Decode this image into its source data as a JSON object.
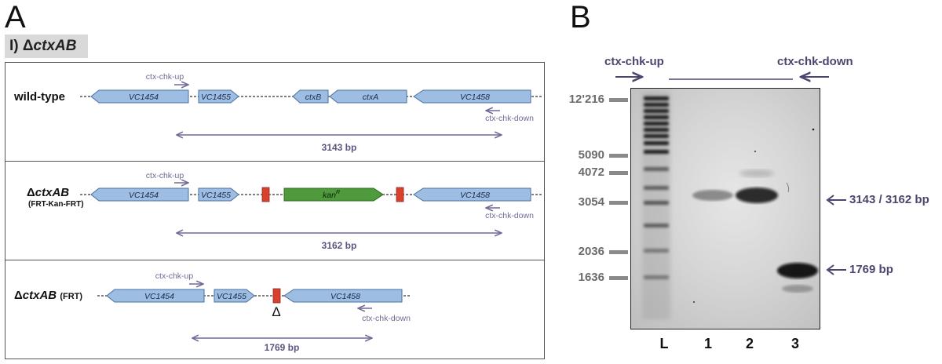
{
  "panels": {
    "a": "A",
    "b": "B"
  },
  "section": {
    "prefix": "I) ",
    "delta": "Δ",
    "gene": "ctxAB"
  },
  "constructs": {
    "wildtype": {
      "label": "wild-type",
      "genes": {
        "g1": "VC1454",
        "g2": "VC1455",
        "g3": "ctxB",
        "g4": "ctxA",
        "g5": "VC1458"
      },
      "primer_up": "ctx-chk-up",
      "primer_down": "ctx-chk-down",
      "product": "3143 bp"
    },
    "kan": {
      "label_delta": "Δ",
      "label_gene": "ctxAB",
      "label_sub": "(FRT-Kan-FRT)",
      "genes": {
        "g1": "VC1454",
        "g2": "VC1455",
        "marker": "kan",
        "marker_sup": "R",
        "g5": "VC1458"
      },
      "primer_up": "ctx-chk-up",
      "primer_down": "ctx-chk-down",
      "product": "3162 bp"
    },
    "frt": {
      "label_delta": "Δ",
      "label_gene": "ctxAB",
      "label_sub": "(FRT)",
      "genes": {
        "g1": "VC1454",
        "g2": "VC1455",
        "g5": "VC1458"
      },
      "scar": "Δ",
      "primer_up": "ctx-chk-up",
      "primer_down": "ctx-chk-down",
      "product": "1769 bp"
    }
  },
  "gel": {
    "primer_up": "ctx-chk-up",
    "primer_down": "ctx-chk-down",
    "ladder": [
      "12'216",
      "5090",
      "4072",
      "3054",
      "2036",
      "1636"
    ],
    "lanes": [
      "L",
      "1",
      "2",
      "3"
    ],
    "bands": {
      "upper": "3143 / 3162  bp",
      "lower": "1769 bp"
    }
  },
  "colors": {
    "gene_fill": "#9dbde3",
    "gene_stroke": "#4a6fa0",
    "kan_fill": "#4f9a3c",
    "frt_fill": "#d9412c",
    "primer": "#6f6a96",
    "arrow_dark": "#4a4670"
  }
}
